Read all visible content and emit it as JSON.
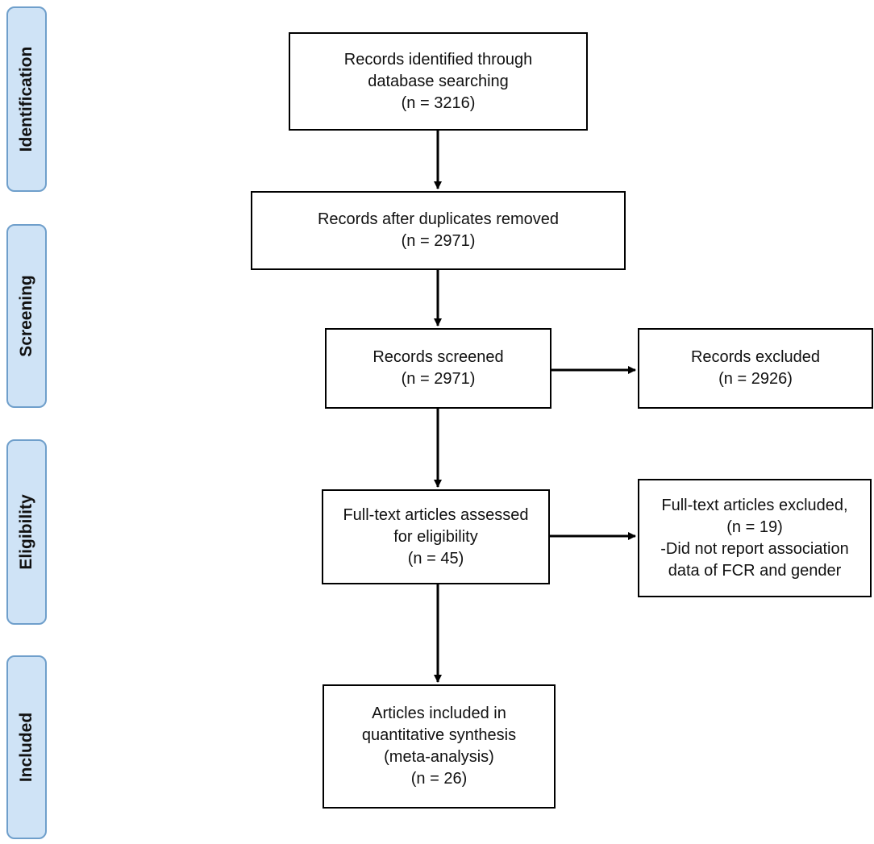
{
  "stages": {
    "identification": "Identification",
    "screening": "Screening",
    "eligibility": "Eligibility",
    "included": "Included"
  },
  "boxes": {
    "identified": {
      "line1": "Records identified through",
      "line2": "database searching",
      "line3": "(n = 3216)"
    },
    "after_duplicates": {
      "line1": "Records after duplicates removed",
      "line2": "(n = 2971)"
    },
    "screened": {
      "line1": "Records screened",
      "line2": "(n = 2971)"
    },
    "excluded": {
      "line1": "Records excluded",
      "line2": "(n = 2926)"
    },
    "fulltext_assessed": {
      "line1": "Full-text articles assessed",
      "line2": "for eligibility",
      "line3": "(n = 45)"
    },
    "fulltext_excluded": {
      "line1": "Full-text articles excluded,",
      "line2": "(n = 19)",
      "line3": "-Did not report association",
      "line4": "data of FCR and gender"
    },
    "included": {
      "line1": "Articles included in",
      "line2": "quantitative synthesis",
      "line3": "(meta-analysis)",
      "line4": "(n = 26)"
    }
  }
}
